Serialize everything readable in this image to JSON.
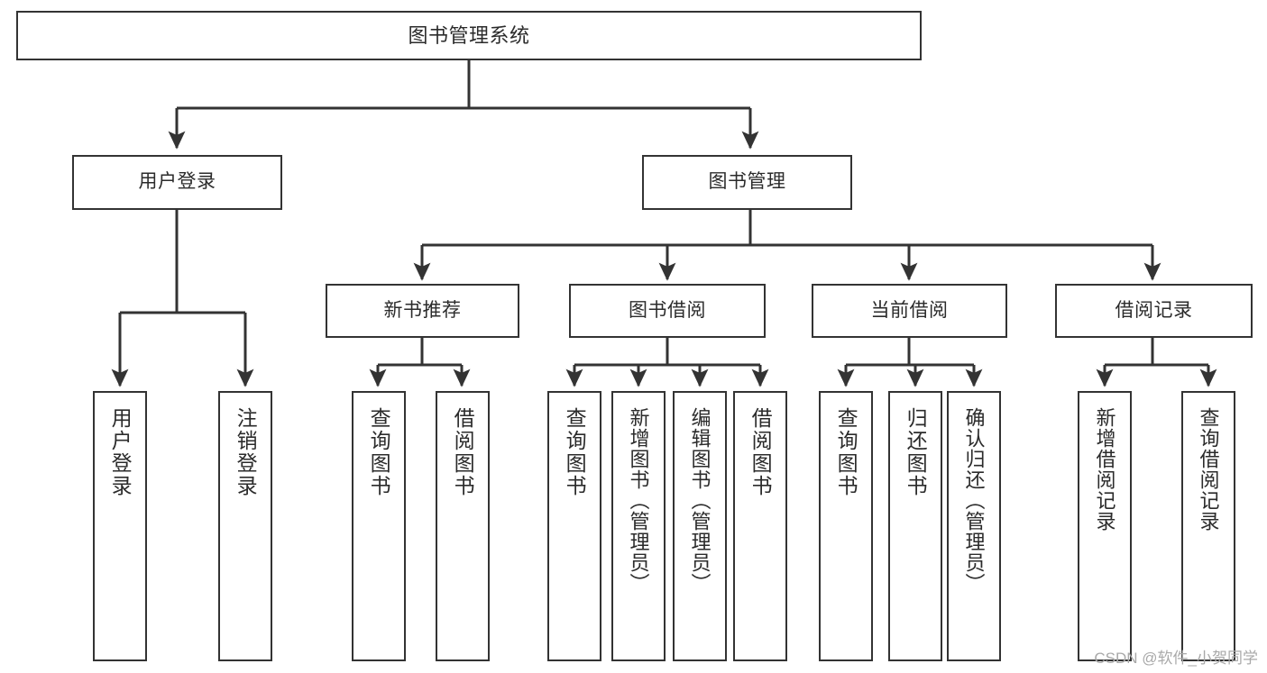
{
  "diagram": {
    "title": "图书管理系统",
    "type": "tree-hierarchy-chart",
    "watermark": "CSDN @软件_小贺同学",
    "colors": {
      "stroke": "#333333",
      "fill": "#ffffff",
      "text": "#2b2b2b",
      "watermark": "#a9a9a9"
    },
    "nodes": {
      "root": {
        "label": "图书管理系统"
      },
      "level2": [
        {
          "label": "用户登录"
        },
        {
          "label": "图书管理"
        }
      ],
      "level3": [
        {
          "label": "新书推荐"
        },
        {
          "label": "图书借阅"
        },
        {
          "label": "当前借阅"
        },
        {
          "label": "借阅记录"
        }
      ],
      "leaves": [
        {
          "label": "用户登录",
          "parent": "用户登录"
        },
        {
          "label": "注销登录",
          "parent": "用户登录"
        },
        {
          "label": "查询图书",
          "parent": "新书推荐"
        },
        {
          "label": "借阅图书",
          "parent": "新书推荐"
        },
        {
          "label": "查询图书",
          "parent": "图书借阅"
        },
        {
          "label": "新增图书（管理员）",
          "parent": "图书借阅"
        },
        {
          "label": "编辑图书（管理员）",
          "parent": "图书借阅"
        },
        {
          "label": "借阅图书",
          "parent": "图书借阅"
        },
        {
          "label": "查询图书",
          "parent": "当前借阅"
        },
        {
          "label": "归还图书",
          "parent": "当前借阅"
        },
        {
          "label": "确认归还（管理员）",
          "parent": "当前借阅"
        },
        {
          "label": "新增借阅记录",
          "parent": "借阅记录"
        },
        {
          "label": "查询借阅记录",
          "parent": "借阅记录"
        }
      ]
    }
  }
}
